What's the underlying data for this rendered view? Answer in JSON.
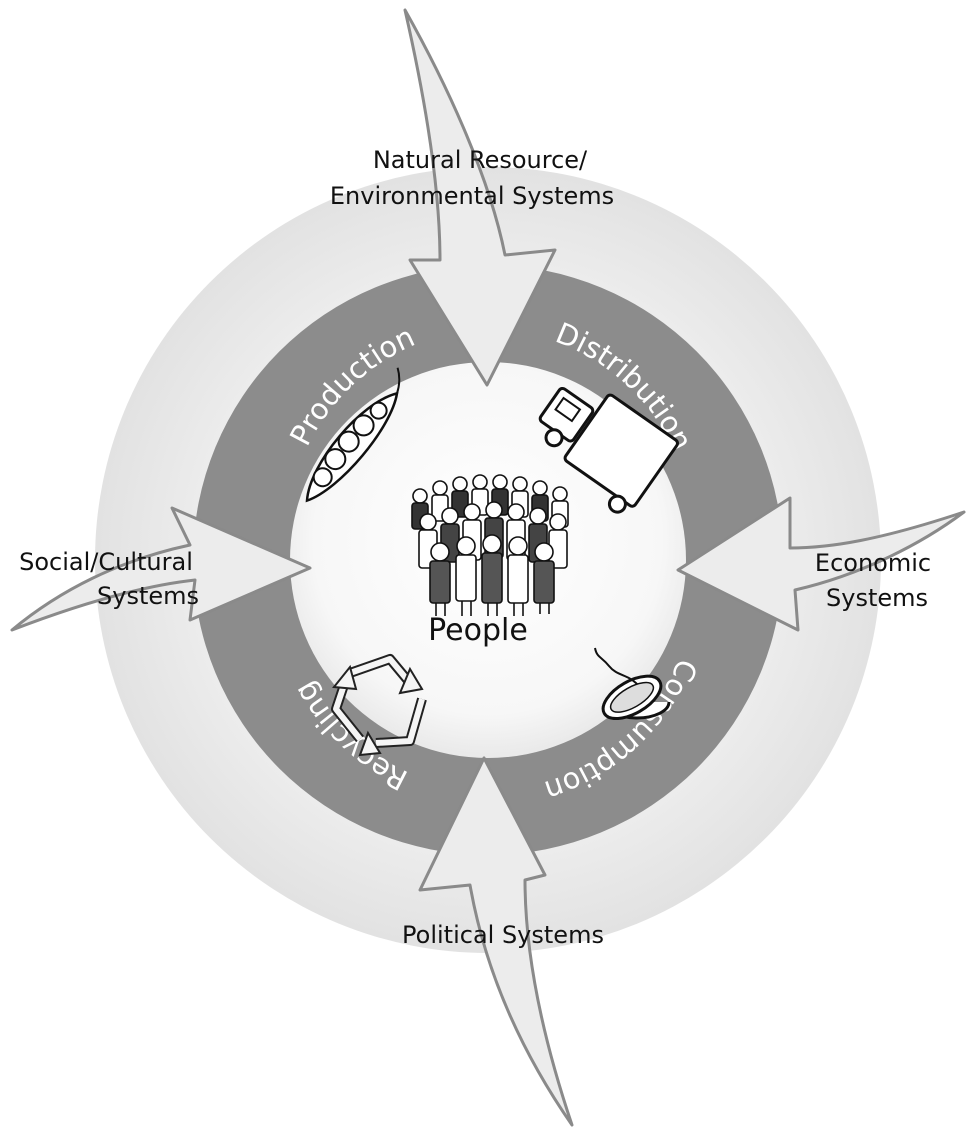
{
  "colors": {
    "outer_ring": "#e6e6e6",
    "middle_ring": "#8c8c8c",
    "inner_circle": "#f4f4f4",
    "arrow_fill": "#ececec",
    "arrow_stroke": "#8a8a8a",
    "ring_text": "#ffffff",
    "text": "#111111"
  },
  "center": {
    "label": "People",
    "icon": "people-crowd-icon"
  },
  "cycle_stages": [
    {
      "label": "Production",
      "icon": "pea-pod-icon"
    },
    {
      "label": "Distribution",
      "icon": "truck-icon"
    },
    {
      "label": "Consumption",
      "icon": "food-bowl-icon"
    },
    {
      "label": "Recycling",
      "icon": "recycle-icon"
    }
  ],
  "external_systems": {
    "top": {
      "line1": "Natural Resource/",
      "line2": "Environmental Systems"
    },
    "left": {
      "line1": "Social/Cultural",
      "line2": "Systems"
    },
    "right": {
      "line1": "Economic",
      "line2": "Systems"
    },
    "bottom": {
      "line1": "Political Systems"
    }
  }
}
